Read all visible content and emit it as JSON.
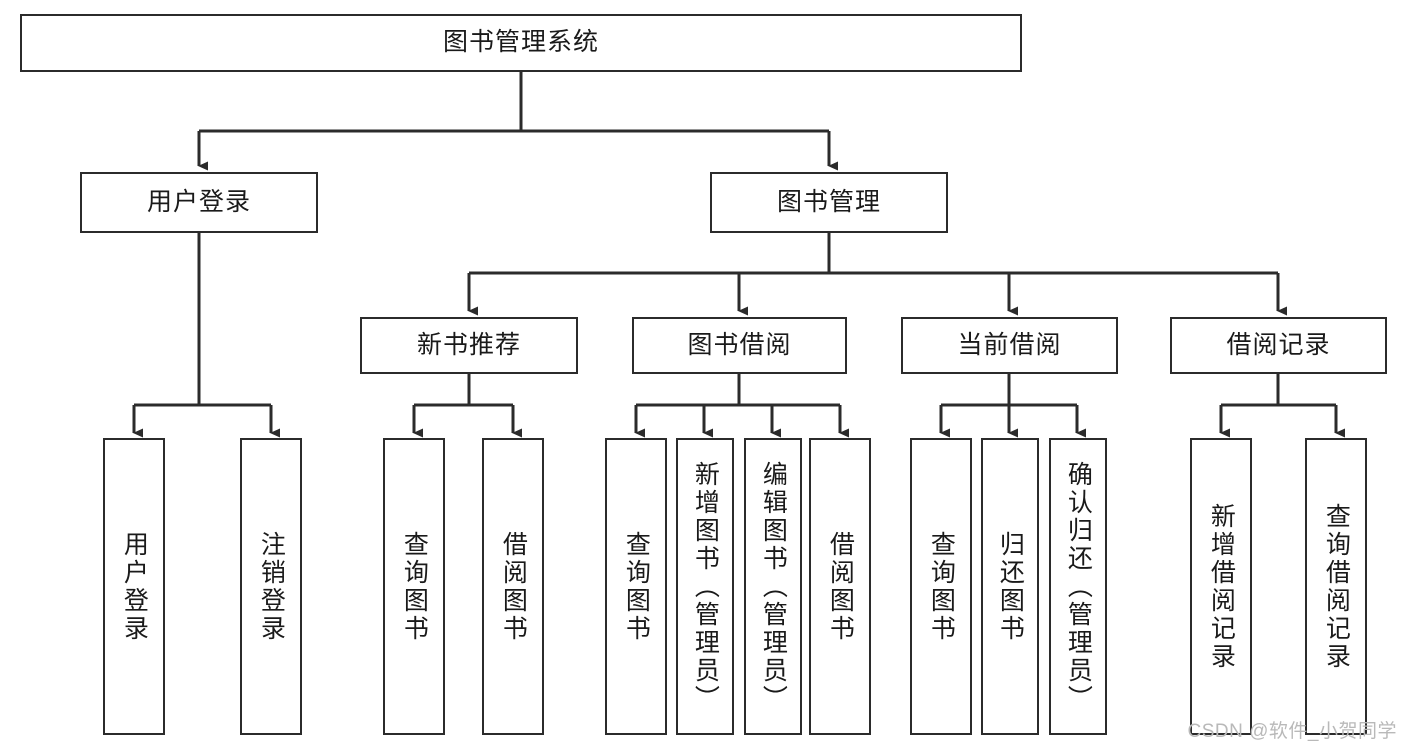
{
  "diagram": {
    "type": "tree-hierarchy",
    "title": "图书管理系统",
    "watermark": "CSDN @软件_小贺同学",
    "colors": {
      "node_border": "#2b2b2b",
      "node_fill": "#ffffff",
      "edge": "#2b2b2b",
      "text": "#1a1a1a",
      "watermark": "#b9b9b9",
      "background": "#ffffff"
    },
    "nodes": {
      "root": {
        "label": "图书管理系统"
      },
      "level2": [
        {
          "id": "user-login",
          "label": "用户登录"
        },
        {
          "id": "book-management",
          "label": "图书管理"
        }
      ],
      "level3": [
        {
          "id": "new-book-recommend",
          "label": "新书推荐"
        },
        {
          "id": "book-borrow",
          "label": "图书借阅"
        },
        {
          "id": "current-borrow",
          "label": "当前借阅"
        },
        {
          "id": "borrow-record",
          "label": "借阅记录"
        }
      ],
      "leaves": {
        "user_login": [
          {
            "id": "leaf-user-login",
            "label": "用户登录"
          },
          {
            "id": "leaf-logout",
            "label": "注销登录"
          }
        ],
        "new_book_recommend": [
          {
            "id": "leaf-query-book-1",
            "label": "查询图书"
          },
          {
            "id": "leaf-borrow-book-1",
            "label": "借阅图书"
          }
        ],
        "book_borrow": [
          {
            "id": "leaf-query-book-2",
            "label": "查询图书"
          },
          {
            "id": "leaf-add-book",
            "label": "新增图书（管理员）"
          },
          {
            "id": "leaf-edit-book",
            "label": "编辑图书（管理员）"
          },
          {
            "id": "leaf-borrow-book-2",
            "label": "借阅图书"
          }
        ],
        "current_borrow": [
          {
            "id": "leaf-query-book-3",
            "label": "查询图书"
          },
          {
            "id": "leaf-return-book",
            "label": "归还图书"
          },
          {
            "id": "leaf-confirm-return",
            "label": "确认归还（管理员）"
          }
        ],
        "borrow_record": [
          {
            "id": "leaf-add-record",
            "label": "新增借阅记录"
          },
          {
            "id": "leaf-query-record",
            "label": "查询借阅记录"
          }
        ]
      }
    },
    "edges": [
      {
        "from": "图书管理系统",
        "to": "用户登录"
      },
      {
        "from": "图书管理系统",
        "to": "图书管理"
      },
      {
        "from": "用户登录",
        "to": "用户登录"
      },
      {
        "from": "用户登录",
        "to": "注销登录"
      },
      {
        "from": "图书管理",
        "to": "新书推荐"
      },
      {
        "from": "图书管理",
        "to": "图书借阅"
      },
      {
        "from": "图书管理",
        "to": "当前借阅"
      },
      {
        "from": "图书管理",
        "to": "借阅记录"
      },
      {
        "from": "新书推荐",
        "to": "查询图书"
      },
      {
        "from": "新书推荐",
        "to": "借阅图书"
      },
      {
        "from": "图书借阅",
        "to": "查询图书"
      },
      {
        "from": "图书借阅",
        "to": "新增图书（管理员）"
      },
      {
        "from": "图书借阅",
        "to": "编辑图书（管理员）"
      },
      {
        "from": "图书借阅",
        "to": "借阅图书"
      },
      {
        "from": "当前借阅",
        "to": "查询图书"
      },
      {
        "from": "当前借阅",
        "to": "归还图书"
      },
      {
        "from": "当前借阅",
        "to": "确认归还（管理员）"
      },
      {
        "from": "借阅记录",
        "to": "新增借阅记录"
      },
      {
        "from": "借阅记录",
        "to": "查询借阅记录"
      }
    ]
  }
}
